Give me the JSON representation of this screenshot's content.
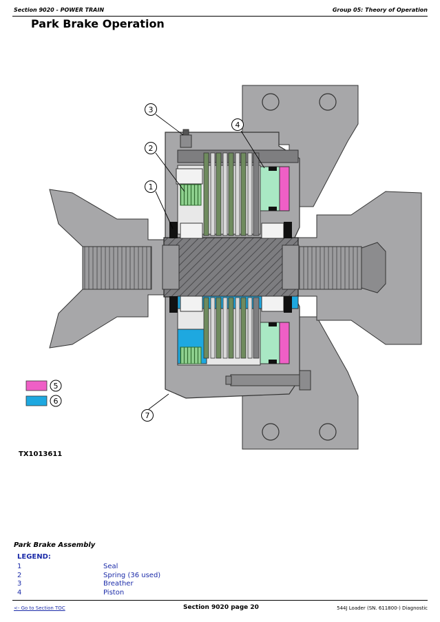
{
  "header": {
    "section": "Section 9020 - POWER TRAIN",
    "group": "Group 05: Theory of Operation"
  },
  "page_title": "Park Brake Operation",
  "figure": {
    "callouts": [
      "1",
      "2",
      "3",
      "4",
      "5",
      "6",
      "7"
    ],
    "figure_id": "TX1013611",
    "colors": {
      "housing": "#a7a7a9",
      "shaft": "#6d6d6f",
      "spring": "#8fd18f",
      "piston": "#a9e8c4",
      "oil_pink": "#ef5fc6",
      "oil_blue": "#1ea8e0",
      "plate": "#7a8f6a"
    }
  },
  "caption": "Park Brake Assembly",
  "legend": {
    "title": "LEGEND:",
    "items": [
      {
        "num": "1",
        "desc": "Seal"
      },
      {
        "num": "2",
        "desc": "Spring (36 used)"
      },
      {
        "num": "3",
        "desc": "Breather"
      },
      {
        "num": "4",
        "desc": "Piston"
      }
    ]
  },
  "footer": {
    "toc_link": "<- Go to Section TOC",
    "page": "Section 9020 page 20",
    "model": "544J Loader (SN. 611800-) Diagnostic"
  }
}
